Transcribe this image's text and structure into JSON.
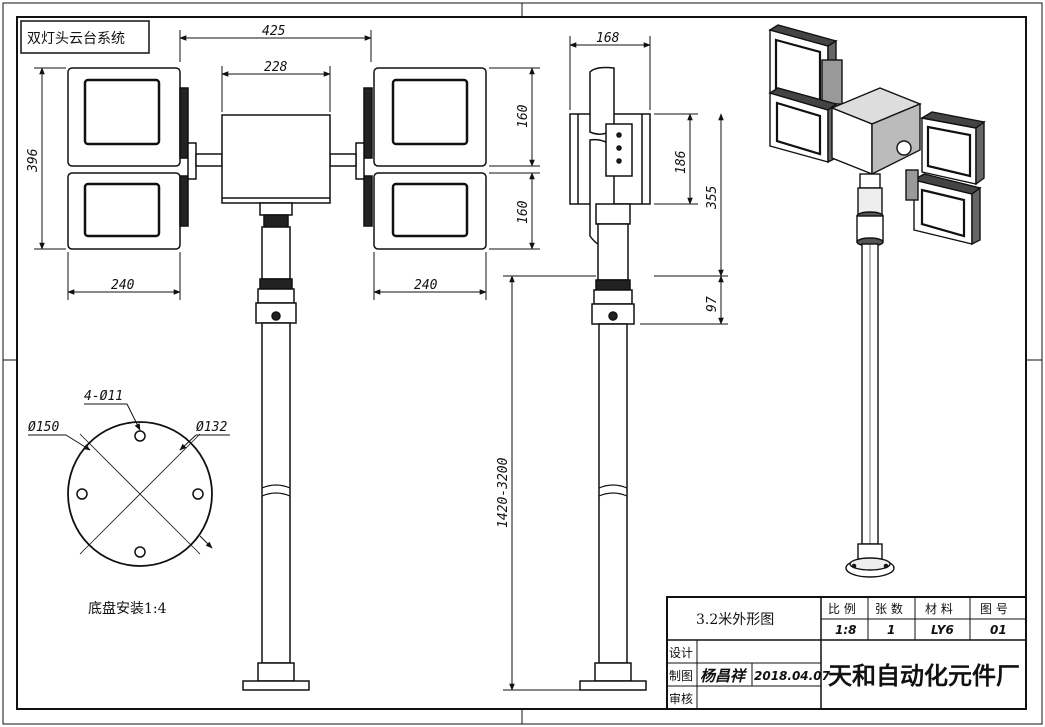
{
  "corner_label": "双灯头云台系统",
  "dimensions": {
    "overall_width": "425",
    "box_width": "228",
    "lamp_height_top": "160",
    "lamp_height_bottom": "160",
    "total_lamp_height": "396",
    "lamp_width_left": "240",
    "lamp_width_right": "240",
    "side_depth": "168",
    "side_bracket": "186",
    "side_head": "355",
    "side_joint": "97",
    "pole_range": "1420-3200"
  },
  "base": {
    "holes": "4-Ø11",
    "outer_dia": "Ø150",
    "bolt_circle": "Ø132",
    "caption": "底盘安装1:4"
  },
  "title_block": {
    "drawing_title": "3.2米外形图",
    "headers": [
      "比 例",
      "张 数",
      "材 料",
      "图 号"
    ],
    "values": [
      "1:8",
      "1",
      "LY6",
      "01"
    ],
    "roles": [
      "设计",
      "制图",
      "审核"
    ],
    "drafter_signature": "杨昌祥",
    "date": "2018.04.07",
    "company": "天和自动化元件厂"
  }
}
